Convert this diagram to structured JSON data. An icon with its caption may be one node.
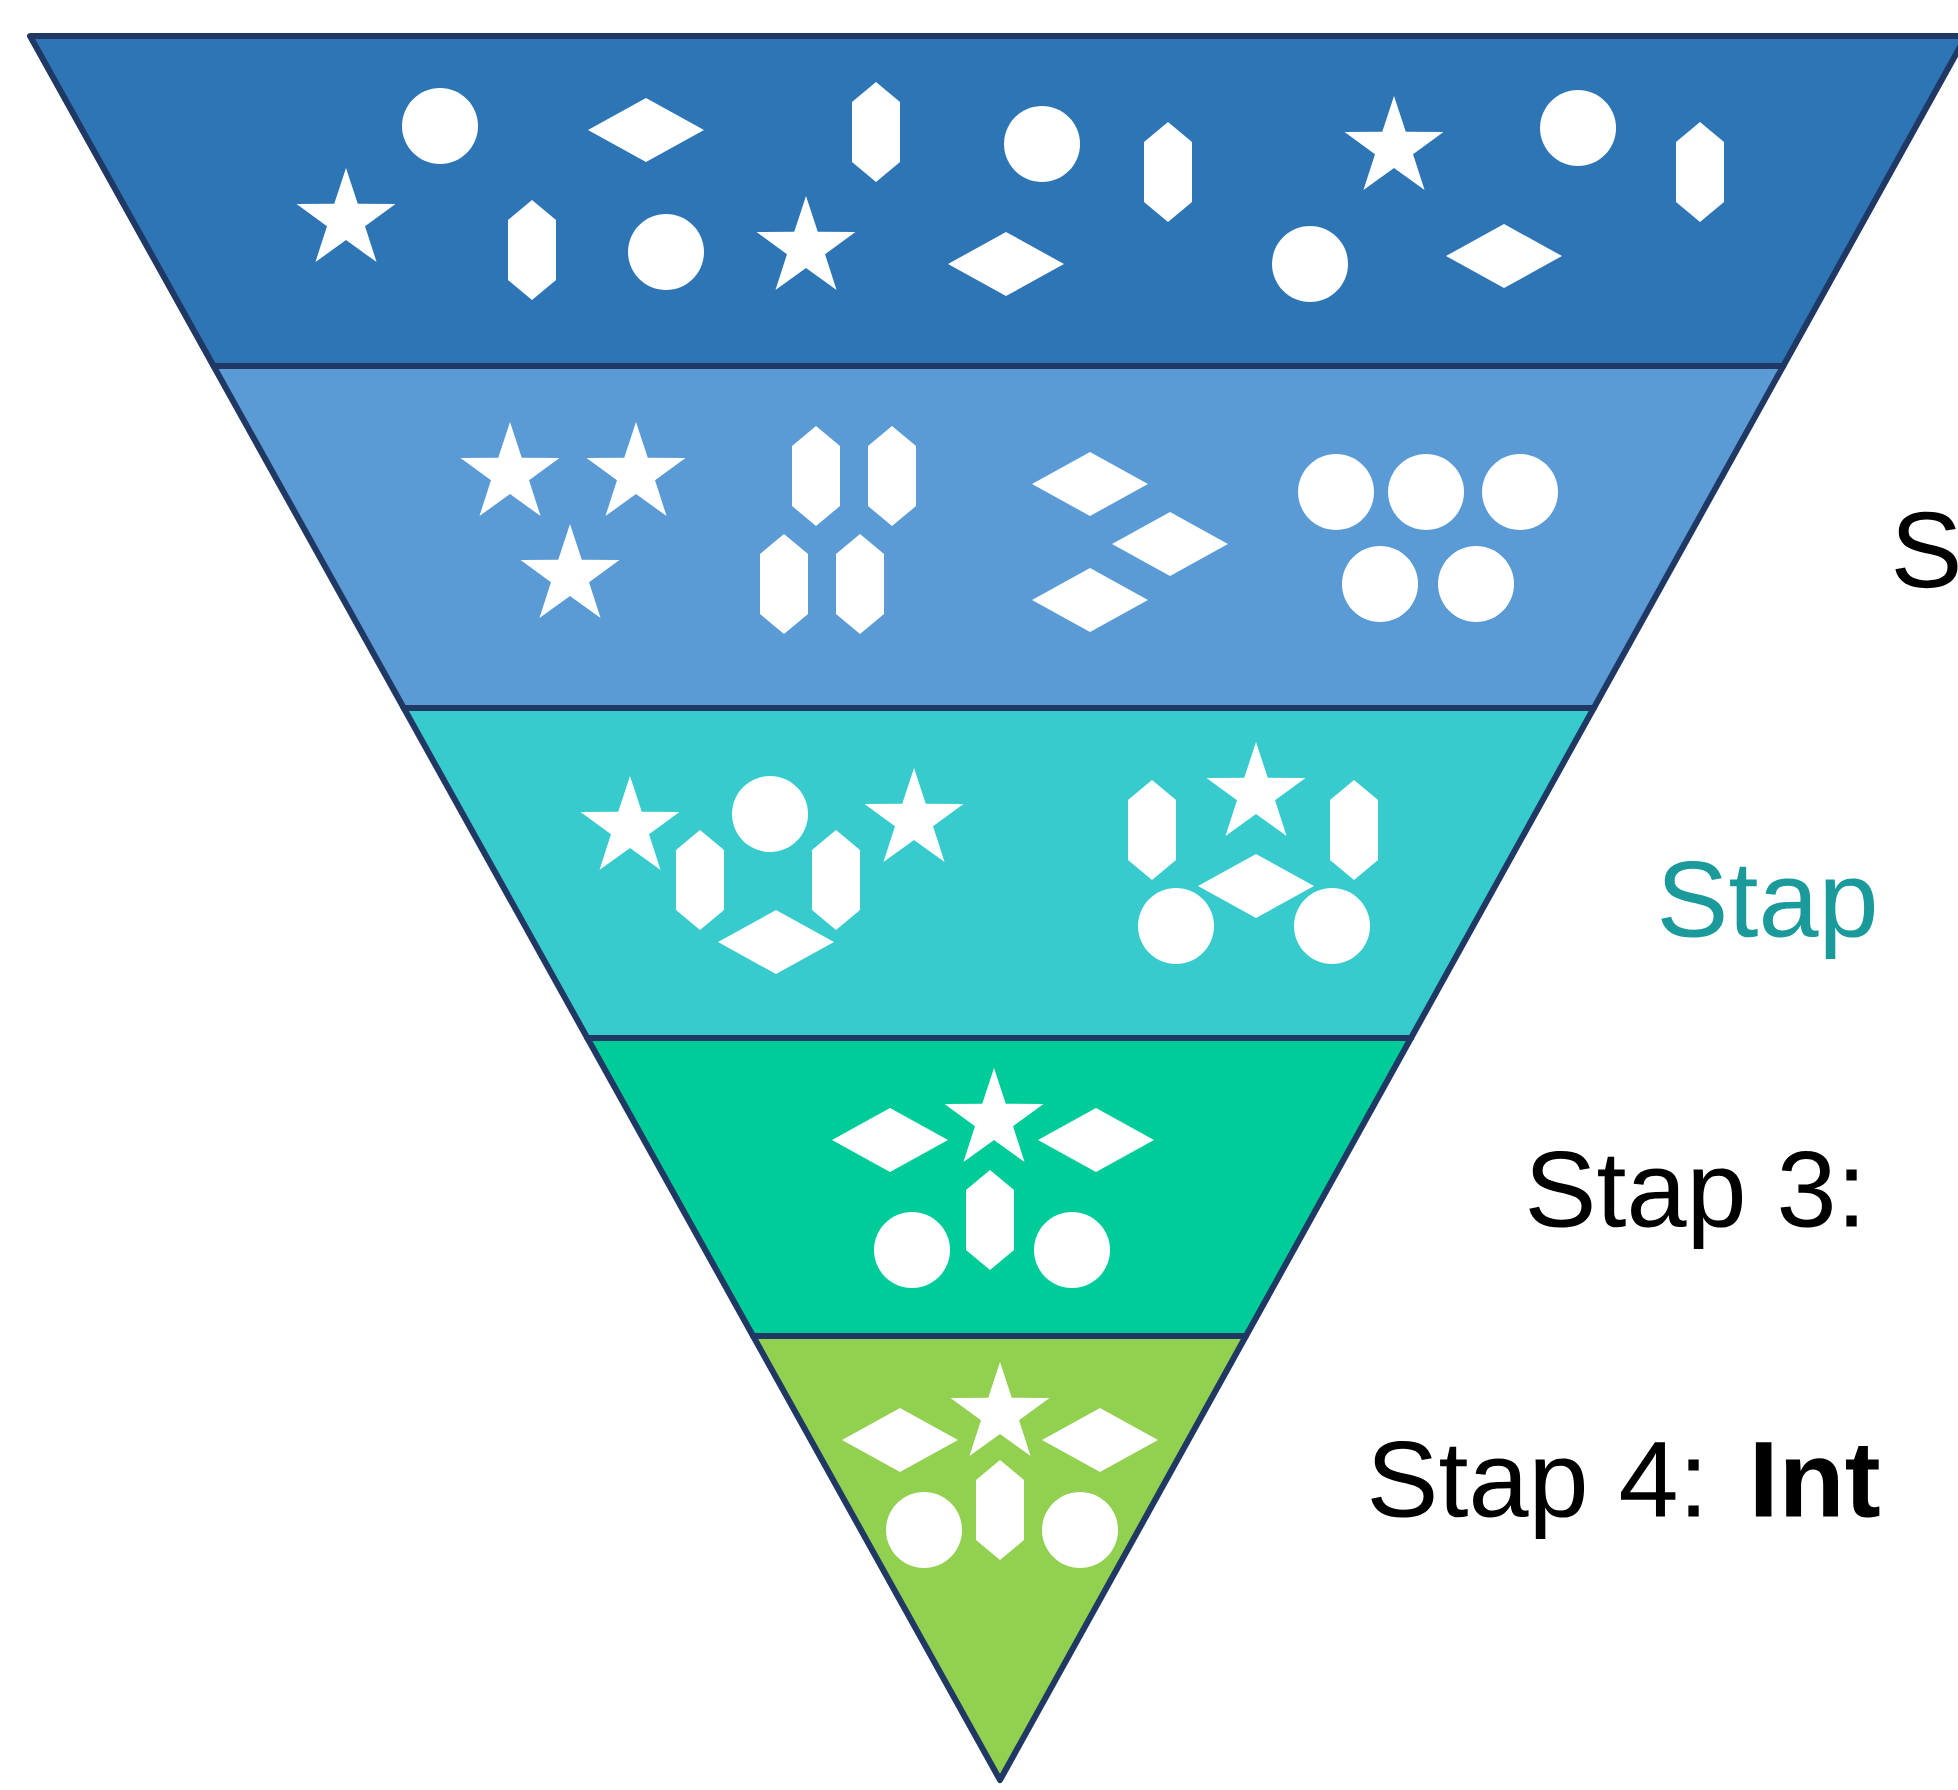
{
  "diagram": {
    "nodes": [
      {
        "text": [],
        "shape": "band"
      },
      {
        "text": [],
        "shape": "band",
        "beside": [
          "S"
        ]
      },
      {
        "text": [],
        "shape": "band",
        "beside": [
          "Stap"
        ]
      },
      {
        "text": [],
        "shape": "band",
        "beside": [
          "Stap 3:"
        ]
      },
      {
        "text": [],
        "shape": "band",
        "beside": [
          "Stap 4: **Int**"
        ]
      }
    ]
  }
}
